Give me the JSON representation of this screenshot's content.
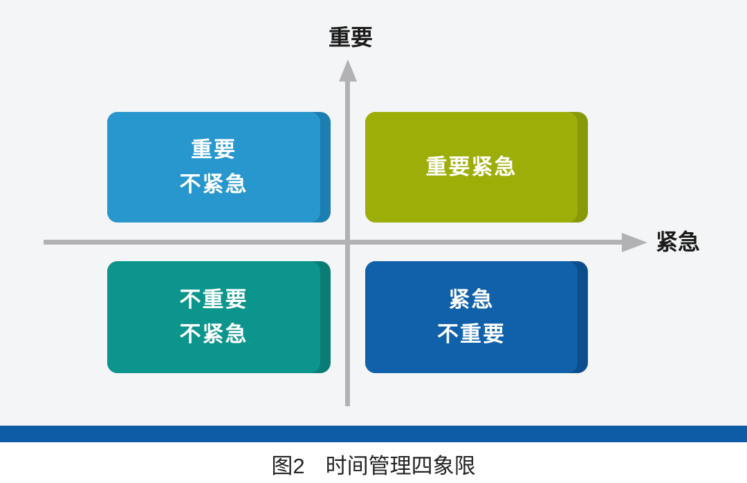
{
  "background_color": "#f4f5f6",
  "axis": {
    "color": "#b2b2b4",
    "y_label": "重要",
    "x_label": "紧急"
  },
  "quadrants": {
    "top_left": {
      "name": "important-not-urgent",
      "line1": "重要",
      "line2": "不紧急",
      "face_color": "#2797cd",
      "side_color": "#1d7eb2"
    },
    "top_right": {
      "name": "important-urgent",
      "line1": "重要紧急",
      "face_color": "#9eae08",
      "side_color": "#879809"
    },
    "bottom_left": {
      "name": "not-important-not-urgent",
      "line1": "不重要",
      "line2": "不紧急",
      "face_color": "#0b958d",
      "side_color": "#097c75"
    },
    "bottom_right": {
      "name": "urgent-not-important",
      "line1": "紧急",
      "line2": "不重要",
      "face_color": "#1061aa",
      "side_color": "#0c4e8c"
    }
  },
  "divider_bar_color": "#0e5ca6",
  "caption": {
    "label": "图2",
    "title": "时间管理四象限"
  }
}
